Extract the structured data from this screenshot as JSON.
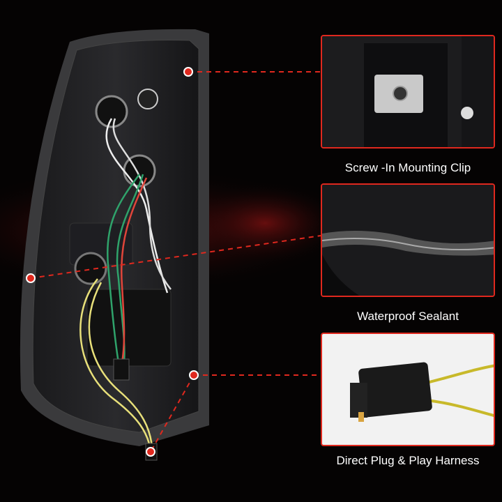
{
  "callouts": [
    {
      "label": "Screw -In Mounting Clip",
      "icon": "mounting-clip-photo"
    },
    {
      "label": "Waterproof Sealant",
      "icon": "sealant-photo"
    },
    {
      "label": "Direct Plug & Play Harness",
      "icon": "harness-plug-photo"
    }
  ],
  "colors": {
    "accent": "#e0281e",
    "background": "#050303",
    "wire_green": "#2fa36b",
    "wire_red": "#e0453a",
    "wire_yellow": "#e8e07a"
  }
}
